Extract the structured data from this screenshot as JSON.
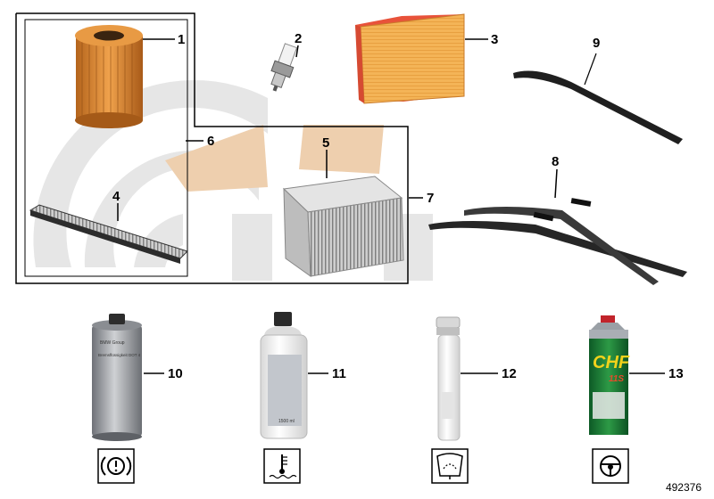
{
  "diagram": {
    "callouts": [
      "1",
      "2",
      "3",
      "4",
      "5",
      "6",
      "7",
      "8",
      "9",
      "10",
      "11",
      "12",
      "13"
    ],
    "bottle_labels": {
      "brake_fluid_brand": "BMW Group",
      "brake_fluid_name": "Bremsflüssigkeit DOT 4",
      "chf_logo": "CHF",
      "chf_sub": "11S",
      "coolant_volume": "1500 ml"
    },
    "icons": [
      "brake-warning-icon",
      "coolant-temperature-icon",
      "windshield-washer-icon",
      "steering-wheel-icon"
    ],
    "drawing_id": "492376"
  }
}
